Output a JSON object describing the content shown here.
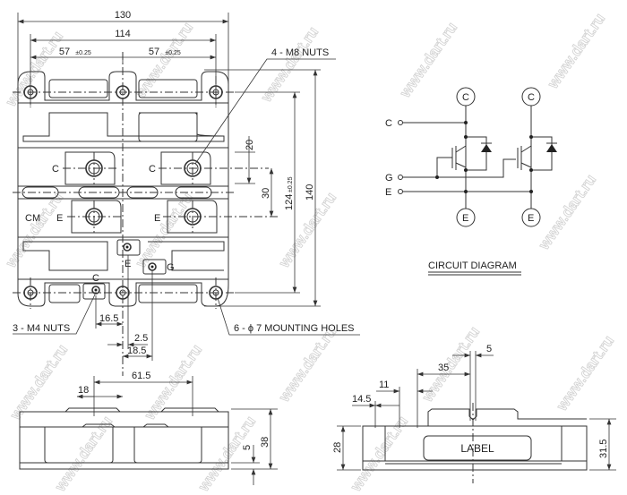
{
  "watermark": "www.dart.ru",
  "top_view": {
    "dims": {
      "overall_width": "130",
      "hole_span": "114",
      "half_left": "57",
      "half_right": "57",
      "tol": "±0.25",
      "d20": "20",
      "d30": "30",
      "d124": "124",
      "d124_tol": "±0.25",
      "d140": "140",
      "d16_5": "16.5",
      "d2_5": "2.5",
      "d18_5": "18.5"
    },
    "labels": {
      "c1": "C",
      "c2": "C",
      "cm": "CM",
      "e1": "E",
      "e2": "E",
      "e_small": "E",
      "g_small": "G",
      "c_small": "C"
    },
    "callouts": {
      "m8": "4 - M8 NUTS",
      "m4": "3 - M4 NUTS",
      "holes": "6 - ϕ 7 MOUNTING HOLES"
    }
  },
  "circuit": {
    "title": "CIRCUIT DIAGRAM",
    "terminals": {
      "c_top1": "C",
      "c_top2": "C",
      "c_in": "C",
      "g_in": "G",
      "e_in": "E",
      "e_bot1": "E",
      "e_bot2": "E"
    }
  },
  "side_view_left": {
    "dims": {
      "d61_5": "61.5",
      "d18": "18",
      "d38": "38",
      "d5": "5"
    }
  },
  "side_view_right": {
    "label": "LABEL",
    "dims": {
      "d5": "5",
      "d35": "35",
      "d11": "11",
      "d14_5": "14.5",
      "d28": "28",
      "d31_5": "31.5"
    }
  }
}
